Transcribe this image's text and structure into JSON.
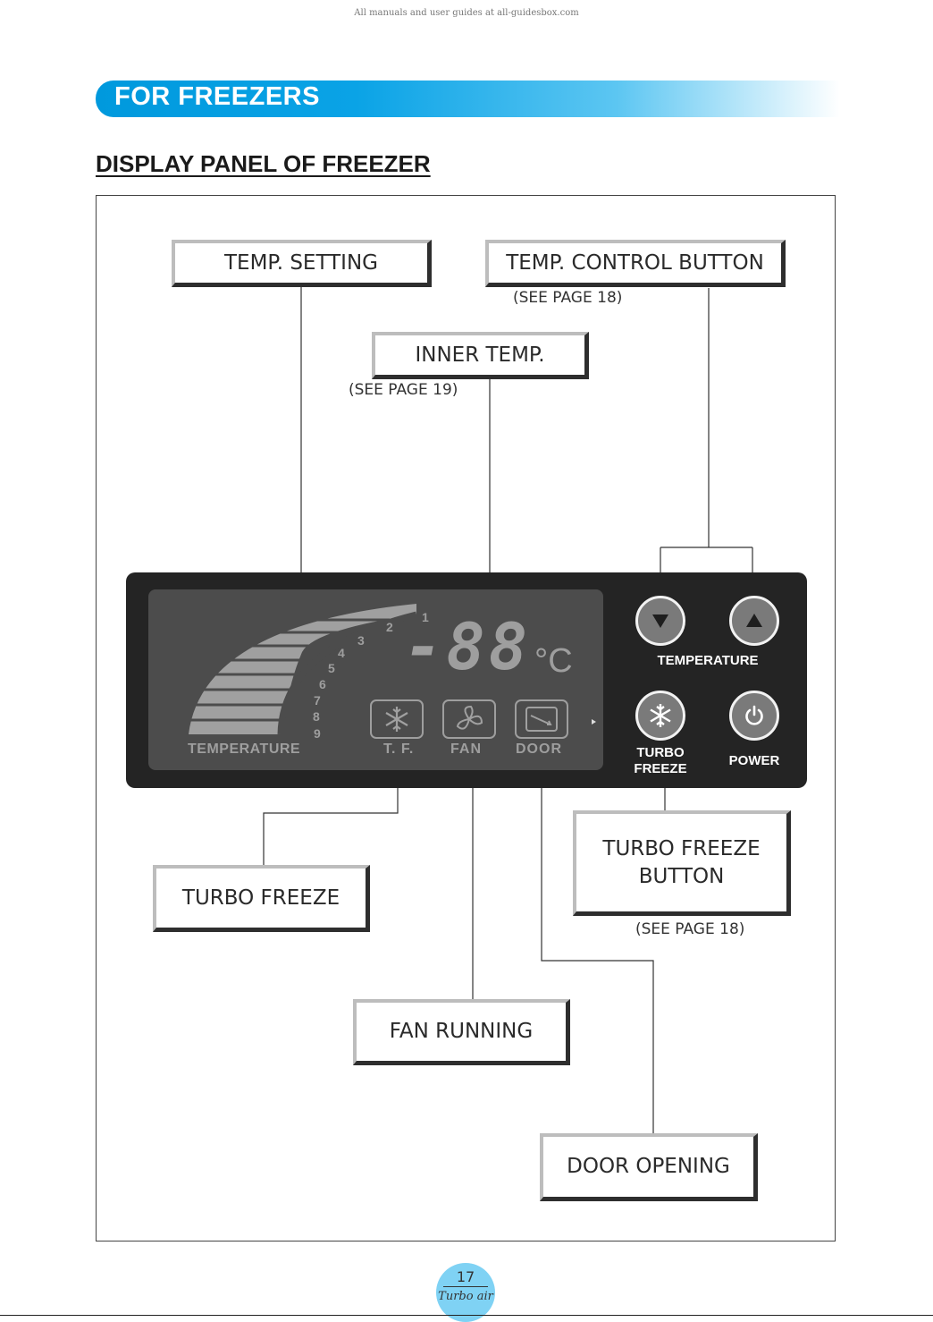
{
  "watermark": "All manuals and user guides at all-guidesbox.com",
  "section_title": "FOR FREEZERS",
  "heading": "DISPLAY PANEL OF FREEZER",
  "callouts": {
    "temp_setting": "TEMP. SETTING",
    "temp_control_button": "TEMP. CONTROL BUTTON",
    "temp_control_ref": "(SEE PAGE 18)",
    "inner_temp": "INNER TEMP.",
    "inner_temp_ref": "(SEE PAGE 19)",
    "turbo_freeze_button_line1": "TURBO FREEZE",
    "turbo_freeze_button_line2": "BUTTON",
    "turbo_freeze_button_ref": "(SEE PAGE 18)",
    "turbo_freeze": "TURBO FREEZE",
    "fan_running": "FAN RUNNING",
    "door_opening": "DOOR OPENING"
  },
  "display": {
    "scale_numbers": [
      "1",
      "2",
      "3",
      "4",
      "5",
      "6",
      "7",
      "8",
      "9"
    ],
    "temperature_label": "TEMPERATURE",
    "readout": "-88",
    "unit": "°C",
    "indicators": [
      "T. F.",
      "FAN",
      "DOOR"
    ]
  },
  "buttons": {
    "temperature_label": "TEMPERATURE",
    "turbo_line1": "TURBO",
    "turbo_line2": "FREEZE",
    "power_label": "POWER"
  },
  "footer": {
    "page_number": "17",
    "brand": "Turbo air"
  }
}
